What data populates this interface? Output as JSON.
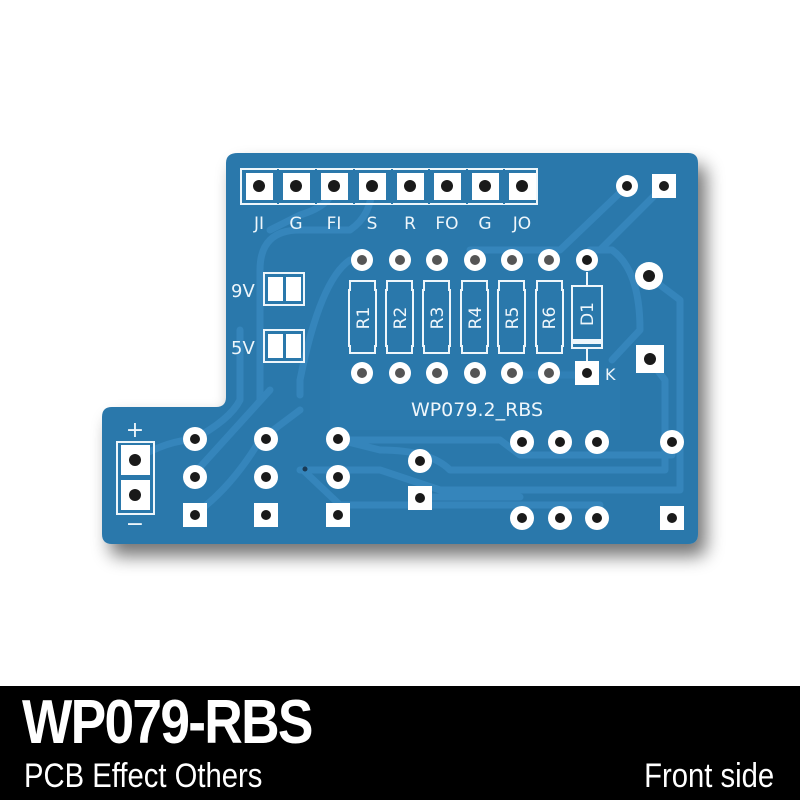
{
  "board": {
    "colors": {
      "soldermask": "#2a78ab",
      "trace": "#2f83b8",
      "silkscreen": "#eef6fb",
      "pad": "#ffffff",
      "drill": "#1a1a1a",
      "footer_bg": "#000000",
      "footer_text": "#ffffff"
    },
    "header_labels": [
      "JI",
      "G",
      "FI",
      "S",
      "R",
      "FO",
      "G",
      "JO"
    ],
    "jumper_labels": [
      "9V",
      "5V"
    ],
    "resistors": [
      "R1",
      "R2",
      "R3",
      "R4",
      "R5",
      "R6"
    ],
    "diode": "D1",
    "diode_cathode": "K",
    "board_name": "WP079.2_RBS",
    "power_plus": "+",
    "power_minus": "−"
  },
  "footer": {
    "title": "WP079-RBS",
    "subtitle": "PCB Effect Others",
    "side": "Front side"
  }
}
